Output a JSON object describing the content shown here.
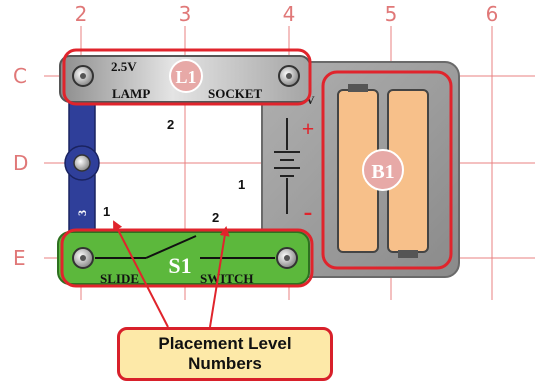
{
  "grid": {
    "columns": [
      "2",
      "3",
      "4",
      "5",
      "6"
    ],
    "rows": [
      "C",
      "D",
      "E"
    ]
  },
  "lamp": {
    "voltage": "2.5V",
    "label": "L1",
    "name_left": "LAMP",
    "name_right": "SOCKET",
    "level": "2"
  },
  "battery": {
    "label": "B1",
    "voltage": "3V",
    "plus": "+",
    "minus": "-",
    "level": "1"
  },
  "wire": {
    "label": "3"
  },
  "switch": {
    "label": "S1",
    "name_left": "SLIDE",
    "name_right": "SWITCH",
    "level_left": "1",
    "level_right": "2"
  },
  "callout": {
    "line1": "Placement Level",
    "line2": "Numbers"
  },
  "colors": {
    "grid": "#e88080",
    "highlight": "#e0242c",
    "wire": "#2f3f9a",
    "switch": "#5cb83c",
    "battery_cell": "#f7c08a",
    "callout_fill": "#fde9a8"
  }
}
